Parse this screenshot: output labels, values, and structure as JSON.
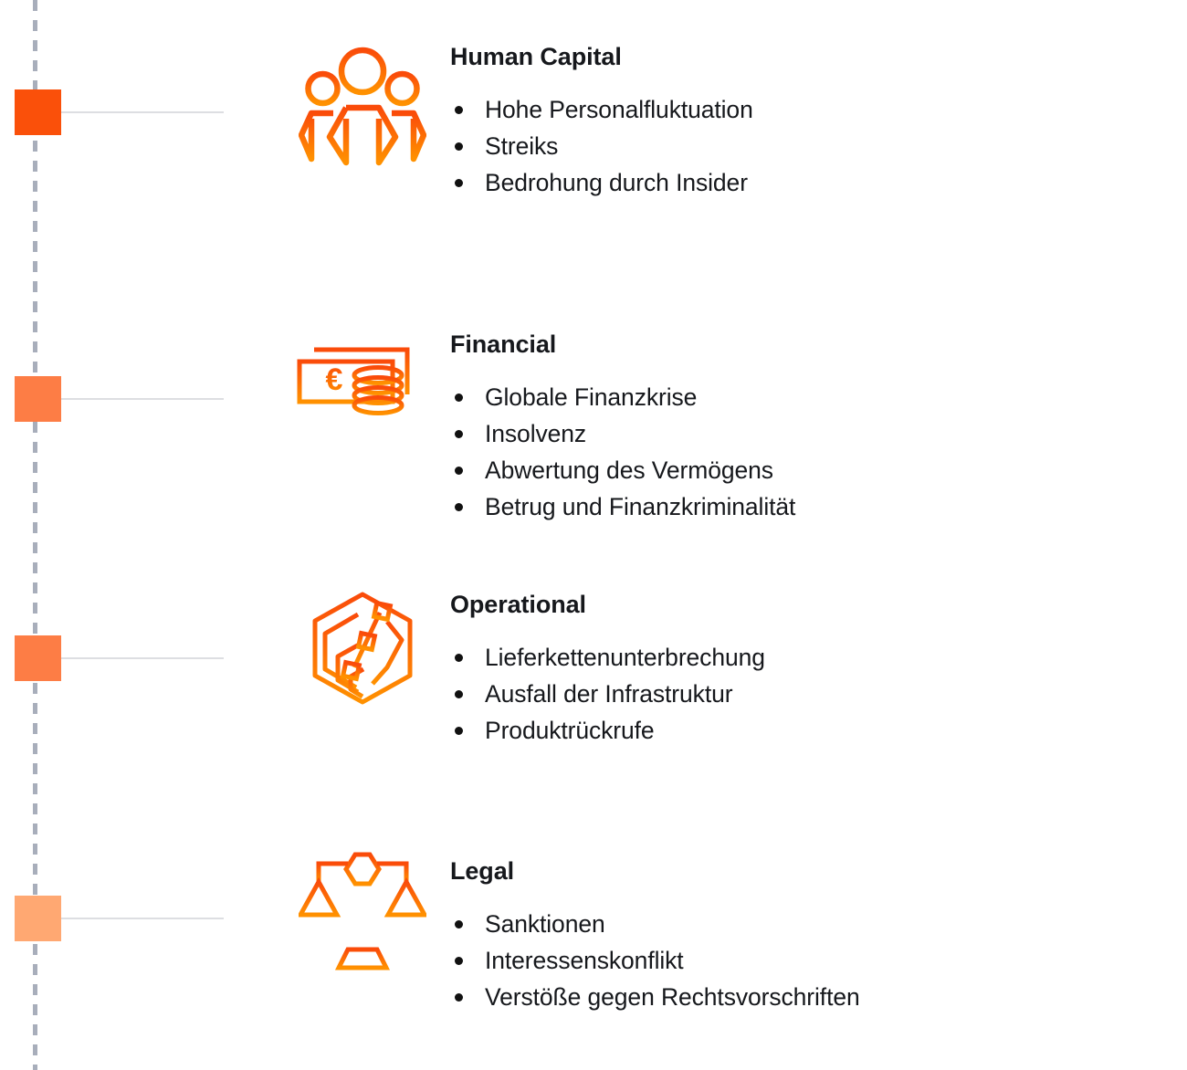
{
  "palette": {
    "axis_dash": "#a8aebb",
    "connector_line": "#dddee2",
    "text": "#16181c",
    "icon_gradient_start": "#fa4b0a",
    "icon_gradient_end": "#ff9100"
  },
  "timeline": {
    "axis_style": "dashed-vertical",
    "axis_color": "#a8aebb"
  },
  "sections": [
    {
      "id": "human-capital",
      "title": "Human Capital",
      "marker_color": "#fa500a",
      "icon": "group-of-people-icon",
      "bullets": [
        "Hohe Personalfluktuation",
        "Streiks",
        "Bedrohung durch Insider"
      ]
    },
    {
      "id": "financial",
      "title": "Financial",
      "marker_color": "#fd7d45",
      "icon": "euro-banknote-coins-icon",
      "currency_symbol": "€",
      "bullets": [
        "Globale Finanzkrise",
        "Insolvenz",
        "Abwertung des Vermögens",
        "Betrug und Finanzkriminalität"
      ]
    },
    {
      "id": "operational",
      "title": "Operational",
      "marker_color": "#fd7d45",
      "icon": "hexagon-network-icon",
      "bullets": [
        "Lieferkettenunterbrechung",
        "Ausfall der Infrastruktur",
        "Produktrückrufe"
      ]
    },
    {
      "id": "legal",
      "title": "Legal",
      "marker_color": "#ffa872",
      "icon": "scales-of-justice-icon",
      "bullets": [
        "Sanktionen",
        "Interessenskonflikt",
        "Verstöße gegen Rechtsvorschriften"
      ]
    }
  ]
}
